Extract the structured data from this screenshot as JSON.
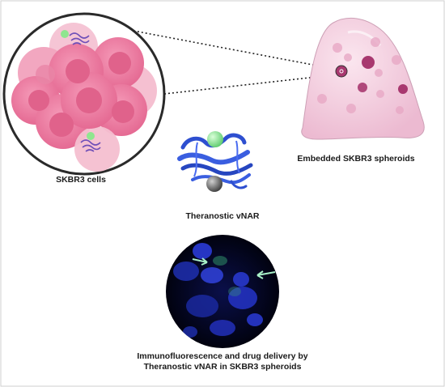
{
  "labels": {
    "cells": "SKBR3 cells",
    "spheroids": "Embedded SKBR3 spheroids",
    "vnar": "Theranostic vNAR",
    "if_line1": "Immunofluorescence and drug delivery by",
    "if_line2": "Theranostic vNAR in SKBR3 spheroids"
  },
  "colors": {
    "cell_fill": "#ef7fa4",
    "cell_nucleus": "#e05c86",
    "cell_light": "#f5b5c8",
    "gel_fill": "#f3cfe0",
    "spheroid_dark": "#a8386f",
    "protein_blue": "#2e4fd0",
    "green_sphere": "#7fe08a",
    "grey_sphere": "#6a6a6a",
    "arrow_color": "#a8f0c8",
    "micro_bg": "#02031a",
    "micro_blue": "#2a3bd6"
  },
  "icons": [
    "magnifier-circle",
    "gel-dome",
    "protein-ribbon",
    "fluorescence-micrograph",
    "arrow-icon"
  ]
}
